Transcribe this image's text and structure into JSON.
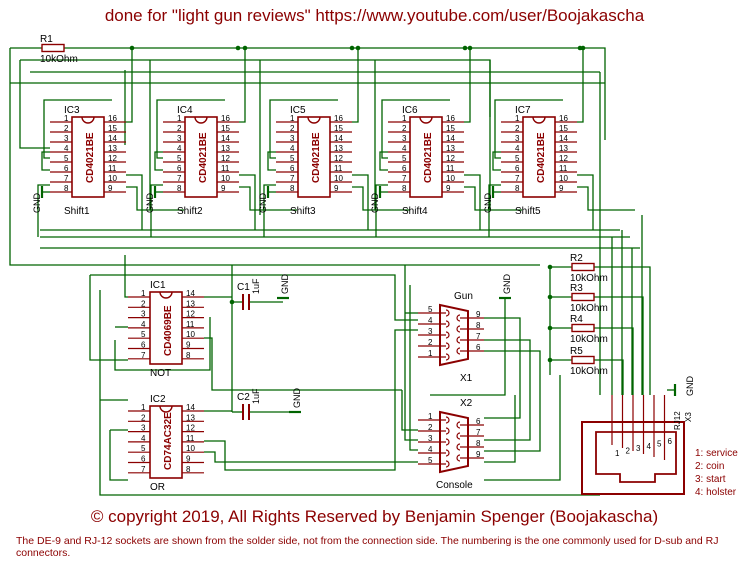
{
  "header": "done for \"light gun reviews\" https://www.youtube.com/user/Boojakascha",
  "copyright": "© copyright 2019, All Rights Reserved by Benjamin Spenger (Boojakascha)",
  "footnote": "The DE-9 and RJ-12 sockets are shown from the solder side, not from the connection side. The numbering is the one commonly used for D-sub and RJ connectors.",
  "shift_chips": [
    {
      "ref": "IC3",
      "part": "CD4021BE",
      "label": "Shift1"
    },
    {
      "ref": "IC4",
      "part": "CD4021BE",
      "label": "Shift2"
    },
    {
      "ref": "IC5",
      "part": "CD4021BE",
      "label": "Shift3"
    },
    {
      "ref": "IC6",
      "part": "CD4021BE",
      "label": "Shift4"
    },
    {
      "ref": "IC7",
      "part": "CD4021BE",
      "label": "Shift5"
    }
  ],
  "not_chip": {
    "ref": "IC1",
    "part": "CD4069BE",
    "label": "NOT"
  },
  "or_chip": {
    "ref": "IC2",
    "part": "CD74AC32E",
    "label": "OR"
  },
  "ground_label": "GND",
  "pins_left": [
    "1",
    "2",
    "3",
    "4",
    "5",
    "6",
    "7",
    "8"
  ],
  "pins_right": [
    "16",
    "15",
    "14",
    "13",
    "12",
    "11",
    "10",
    "9"
  ],
  "pins14_left": [
    "1",
    "2",
    "3",
    "4",
    "5",
    "6",
    "7"
  ],
  "pins14_right": [
    "14",
    "13",
    "12",
    "11",
    "10",
    "9",
    "8"
  ],
  "r1": {
    "ref": "R1",
    "value": "10kOhm"
  },
  "resistors": [
    {
      "ref": "R2",
      "value": "10kOhm"
    },
    {
      "ref": "R3",
      "value": "10kOhm"
    },
    {
      "ref": "R4",
      "value": "10kOhm"
    },
    {
      "ref": "R5",
      "value": "10kOhm"
    }
  ],
  "caps": [
    {
      "ref": "C1",
      "value": "1uF"
    },
    {
      "ref": "C2",
      "value": "1uF"
    }
  ],
  "gun_conn": {
    "name": "Gun",
    "ref": "X1",
    "pins_left": [
      "5",
      "4",
      "3",
      "2",
      "1"
    ],
    "pins_right": [
      "9",
      "8",
      "7",
      "6"
    ]
  },
  "console_conn": {
    "name": "Console",
    "ref": "X2",
    "pins_left": [
      "1",
      "2",
      "3",
      "4",
      "5"
    ],
    "pins_right": [
      "6",
      "7",
      "8",
      "9"
    ]
  },
  "rj12": {
    "name": "RJ12",
    "ref": "X3",
    "pins": [
      "1",
      "2",
      "3",
      "4",
      "5",
      "6"
    ]
  },
  "legend": [
    "1: service",
    "2: coin",
    "3: start",
    "4: holster"
  ],
  "colors": {
    "wire": "#006400",
    "part": "#8b0000",
    "text": "#000000",
    "bg": "#ffffff"
  }
}
